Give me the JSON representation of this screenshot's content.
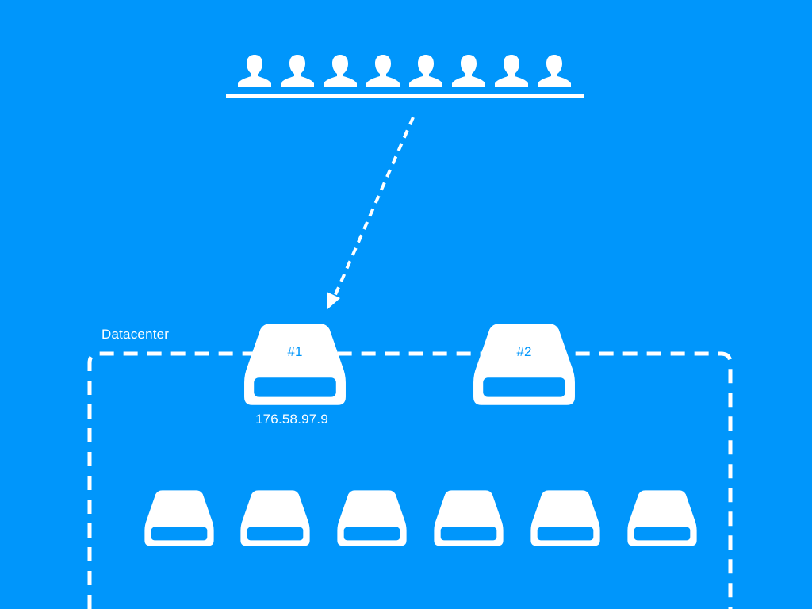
{
  "colors": {
    "background": "#0096fb",
    "foreground": "#ffffff"
  },
  "users": {
    "icon": "user-silhouette-icon",
    "count": 8
  },
  "datacenter": {
    "label": "Datacenter"
  },
  "servers": [
    {
      "label": "#1",
      "ip": "176.58.97.9"
    },
    {
      "label": "#2"
    }
  ],
  "backend": {
    "icon": "drive-icon",
    "count": 6
  }
}
